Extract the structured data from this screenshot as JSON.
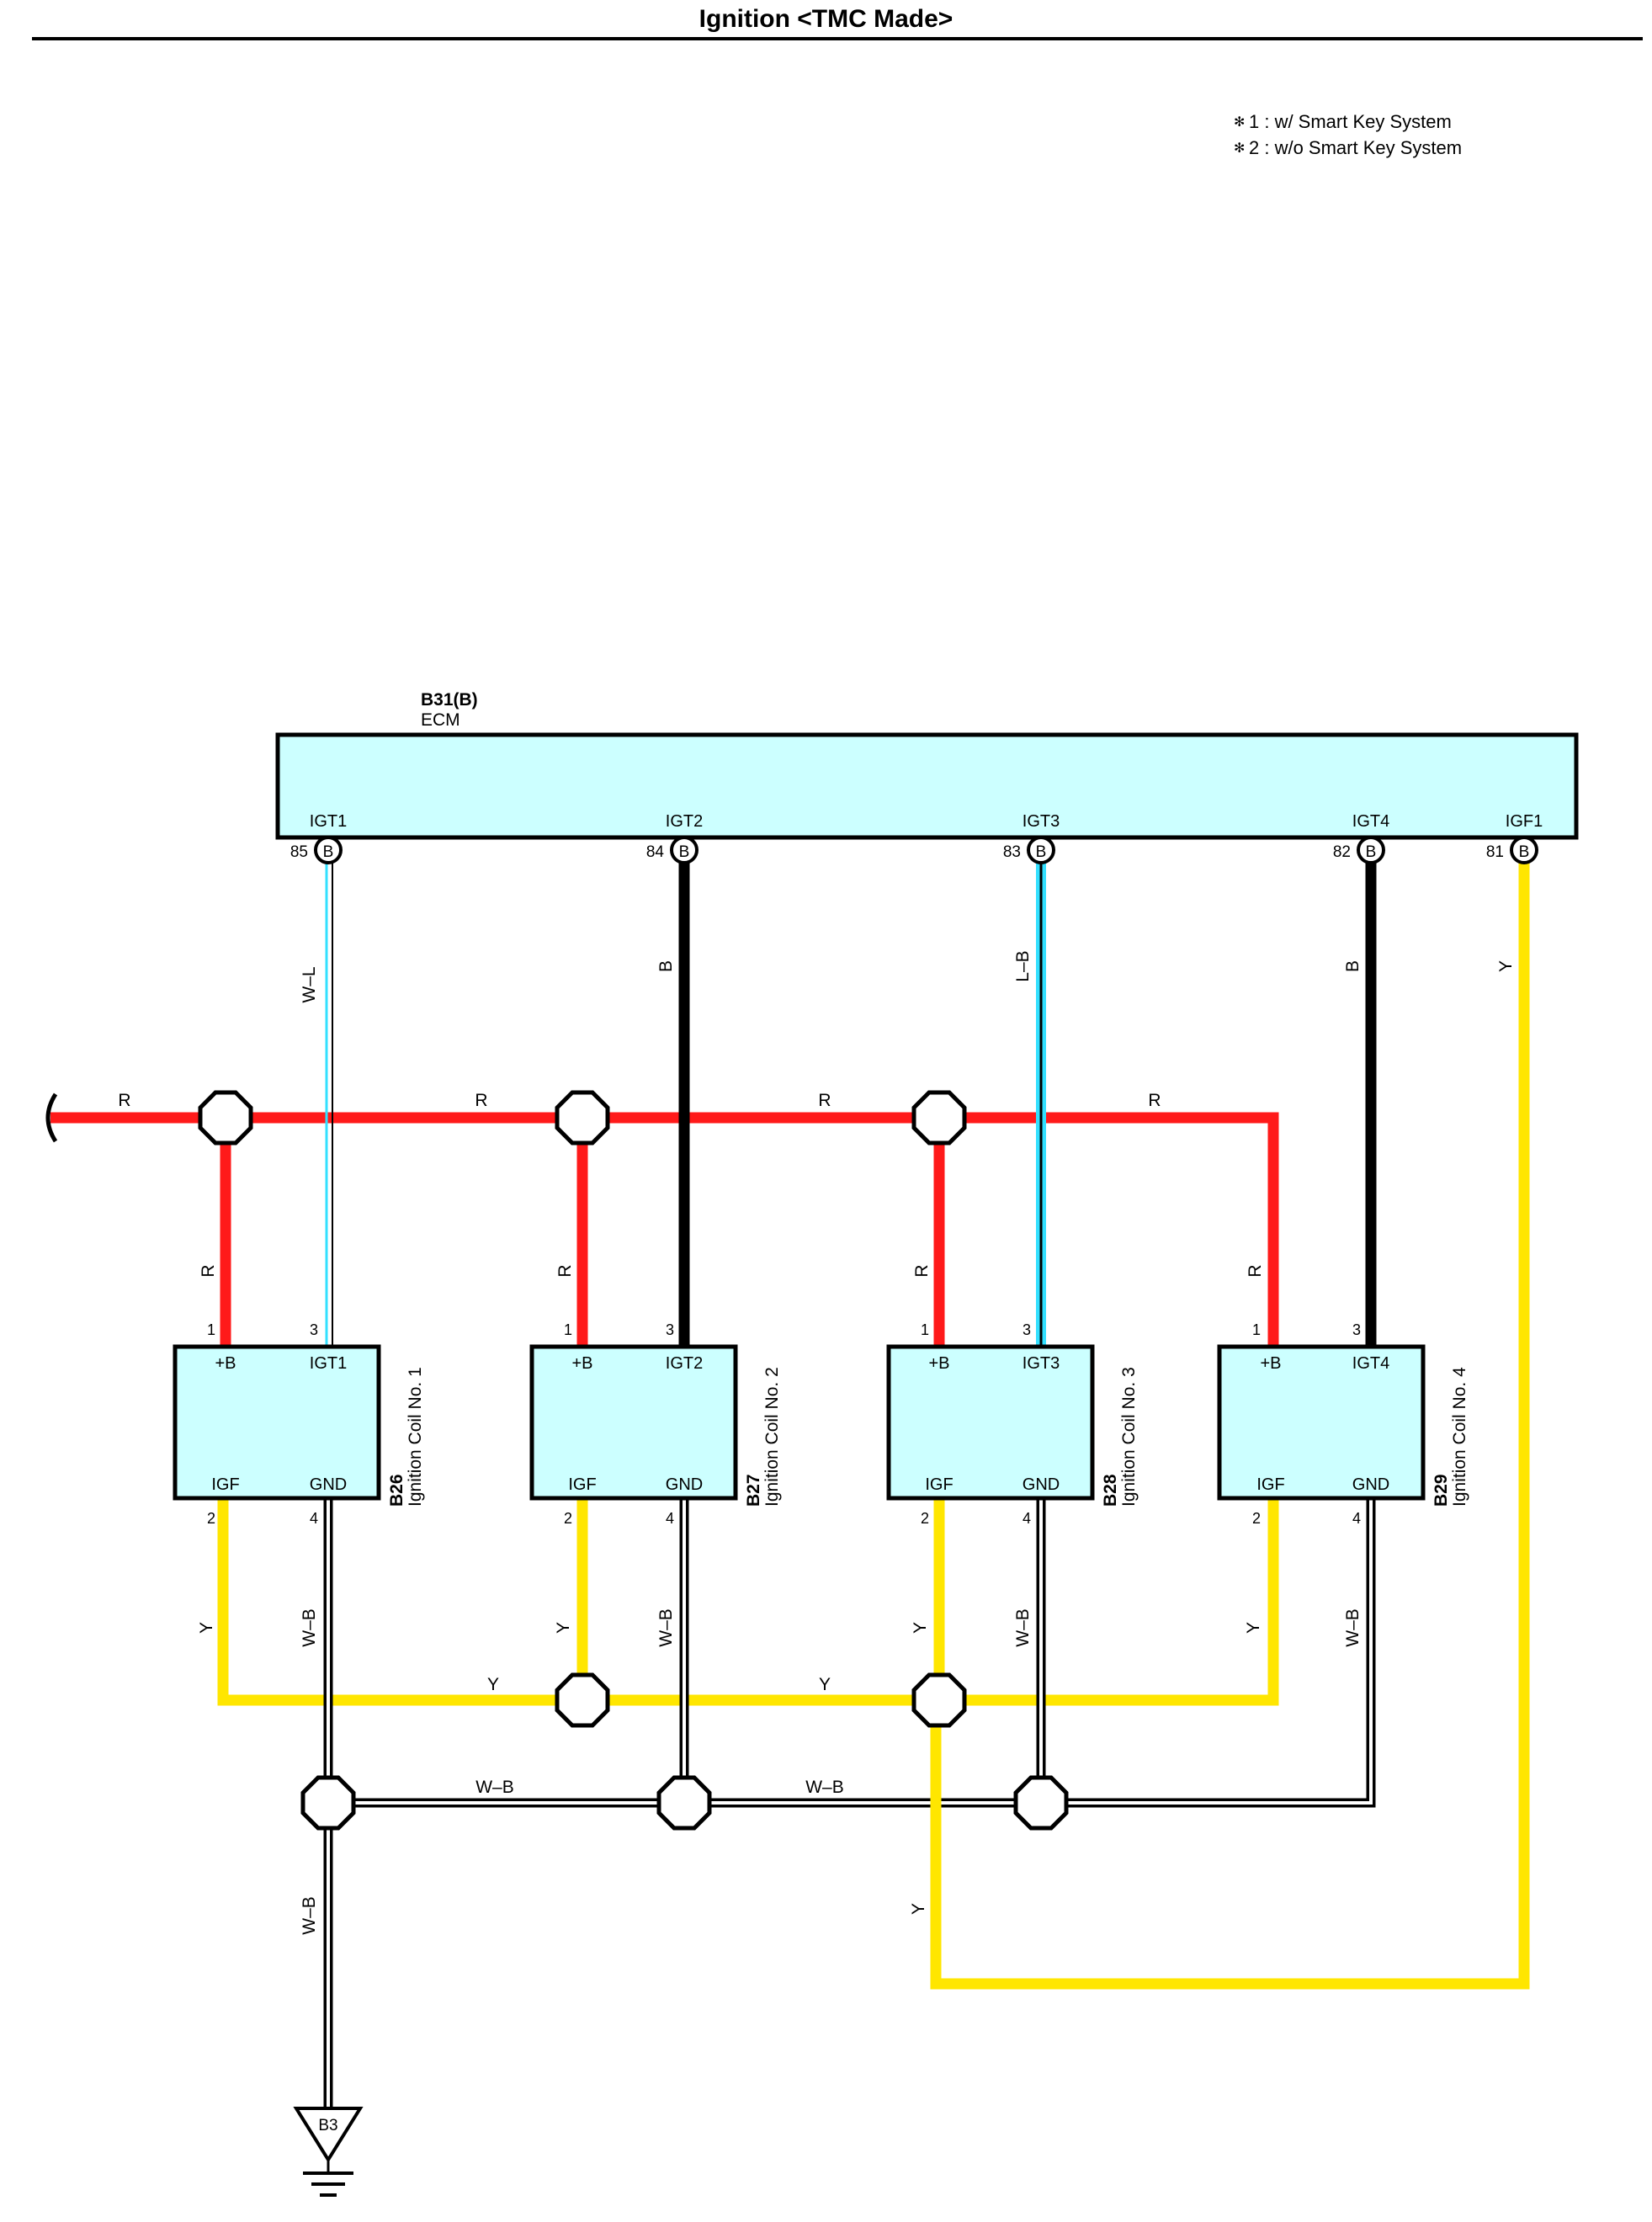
{
  "title": "Ignition <TMC Made>",
  "notes": [
    {
      "mark": "1",
      "text": "1 : w/ Smart Key System"
    },
    {
      "mark": "2",
      "text": "2 : w/o Smart Key System"
    }
  ],
  "ecm": {
    "code": "B31(B)",
    "name": "ECM",
    "pins": [
      {
        "label": "IGT1",
        "number": "85",
        "conn": "B"
      },
      {
        "label": "IGT2",
        "number": "84",
        "conn": "B"
      },
      {
        "label": "IGT3",
        "number": "83",
        "conn": "B"
      },
      {
        "label": "IGT4",
        "number": "82",
        "conn": "B"
      },
      {
        "label": "IGF1",
        "number": "81",
        "conn": "B"
      }
    ]
  },
  "coils": [
    {
      "code": "B26",
      "name": "Ignition Coil No. 1",
      "top_left": "+B",
      "top_right": "IGT1",
      "bottom_left": "IGF",
      "bottom_right": "GND",
      "pin_tl": "1",
      "pin_tr": "3",
      "pin_bl": "2",
      "pin_br": "4"
    },
    {
      "code": "B27",
      "name": "Ignition Coil No. 2",
      "top_left": "+B",
      "top_right": "IGT2",
      "bottom_left": "IGF",
      "bottom_right": "GND",
      "pin_tl": "1",
      "pin_tr": "3",
      "pin_bl": "2",
      "pin_br": "4"
    },
    {
      "code": "B28",
      "name": "Ignition Coil No. 3",
      "top_left": "+B",
      "top_right": "IGT3",
      "bottom_left": "IGF",
      "bottom_right": "GND",
      "pin_tl": "1",
      "pin_tr": "3",
      "pin_bl": "2",
      "pin_br": "4"
    },
    {
      "code": "B29",
      "name": "Ignition Coil No. 4",
      "top_left": "+B",
      "top_right": "IGT4",
      "bottom_left": "IGF",
      "bottom_right": "GND",
      "pin_tl": "1",
      "pin_tr": "3",
      "pin_bl": "2",
      "pin_br": "4"
    }
  ],
  "wire_labels": {
    "igt1": "W–L",
    "igt2": "B",
    "igt3": "L–B",
    "igt4": "B",
    "igf1": "Y",
    "power": "R",
    "feed": "R",
    "igf": "Y",
    "ground": "W–B"
  },
  "ground": {
    "code": "B3"
  },
  "colors": {
    "red": "#ff1a1a",
    "yellow": "#ffe600",
    "black": "#000000",
    "cyan": "#33e0ff",
    "box_fill": "#ccffff",
    "wb_white": "#ffffff"
  }
}
